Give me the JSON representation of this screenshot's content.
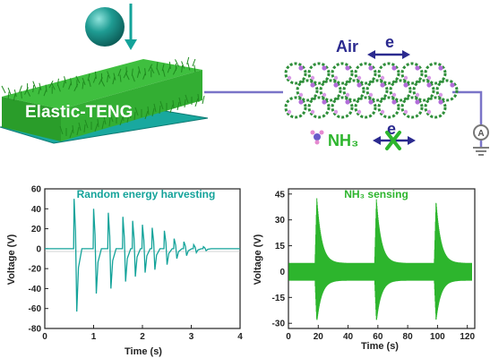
{
  "diagram": {
    "teng_label": "Elastic-TENG",
    "air_label": "Air",
    "electron_label": "e",
    "nh3_label": "NH₃",
    "electron_label_2": "e",
    "meter_label": "A"
  },
  "colors": {
    "teal": "#14a39a",
    "green": "#2db52d",
    "navy": "#2b2a8f",
    "wire": "#7a74c8"
  },
  "chart_data": [
    {
      "type": "line",
      "title": "Random energy harvesting",
      "xlabel": "Time (s)",
      "ylabel": "Voltage (V)",
      "xlim": [
        0,
        4
      ],
      "ylim": [
        -80,
        60
      ],
      "xticks": [
        0,
        1,
        2,
        3,
        4
      ],
      "yticks": [
        -80,
        -60,
        -40,
        -20,
        0,
        20,
        40,
        60
      ],
      "series": [
        {
          "peak_times": [
            0.6,
            1.0,
            1.3,
            1.6,
            1.8,
            2.0,
            2.2,
            2.45,
            2.65,
            2.85,
            3.05,
            3.25
          ],
          "peak_values": [
            50,
            40,
            36,
            32,
            28,
            24,
            21,
            18,
            10,
            7,
            4,
            2
          ],
          "trough_values": [
            -63,
            -45,
            -40,
            -33,
            -28,
            -24,
            -21,
            -16,
            -10,
            -7,
            -4,
            -2
          ]
        }
      ]
    },
    {
      "type": "line",
      "title": "NH₃ sensing",
      "xlabel": "Time (s)",
      "ylabel": "Voltage (V)",
      "xlim": [
        0,
        125
      ],
      "ylim": [
        -33,
        48
      ],
      "xticks": [
        0,
        20,
        40,
        60,
        80,
        100,
        120
      ],
      "yticks": [
        -30,
        -15,
        0,
        15,
        30,
        45
      ],
      "series": [
        {
          "peak_times": [
            19,
            59,
            99
          ],
          "peak_values": [
            43,
            42,
            41
          ],
          "trough_values": [
            -28,
            -28,
            -28
          ],
          "baseline_band": 5
        }
      ]
    }
  ]
}
